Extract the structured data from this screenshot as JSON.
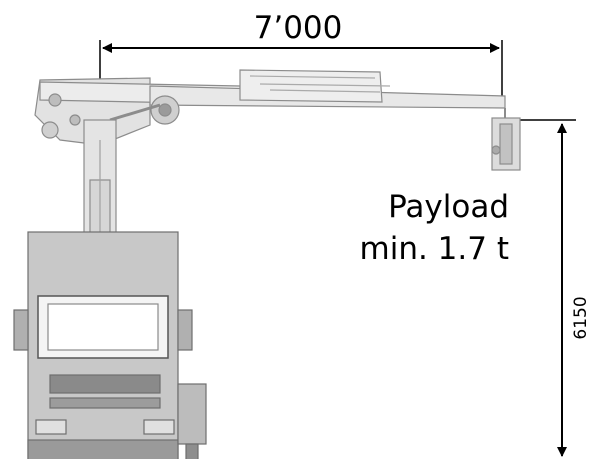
{
  "dimensions": {
    "reach": "7’000",
    "height": "6150"
  },
  "payload": {
    "line1": "Payload",
    "line2": "min. 1.7 t"
  },
  "colors": {
    "truck_fill": "#c8c8c8",
    "truck_dark": "#7a7a7a",
    "crane_fill": "#e6e6e6",
    "crane_line": "#8c8c8c",
    "dimension_line": "#000000"
  }
}
